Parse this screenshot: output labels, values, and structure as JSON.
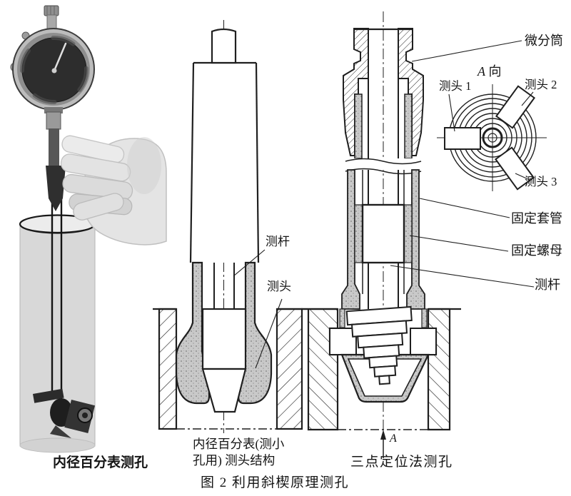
{
  "figure_caption": "图 2  利用斜楔原理测孔",
  "photo_panel": {
    "caption": "内径百分表测孔"
  },
  "structure_panel": {
    "caption_line1": "内径百分表(测小",
    "caption_line2": "孔用) 测头结构",
    "label_rod": "测杆",
    "label_head": "测头"
  },
  "three_point_panel": {
    "caption": "三点定位法测孔",
    "label_thimble": "微分筒",
    "label_sleeve": "固定套管",
    "label_nut": "固定螺母",
    "label_rod": "测杆",
    "bottom_arrow_label": "A"
  },
  "a_view": {
    "title_letter": "A",
    "title_word": "向",
    "label_head1": "测头 1",
    "label_head2": "测头 2",
    "label_head3": "测头 3"
  },
  "colors": {
    "ink": "#1f1f1f",
    "stipple_gray": "#c9c9c9",
    "photo_gray": "#d8d8d8"
  }
}
